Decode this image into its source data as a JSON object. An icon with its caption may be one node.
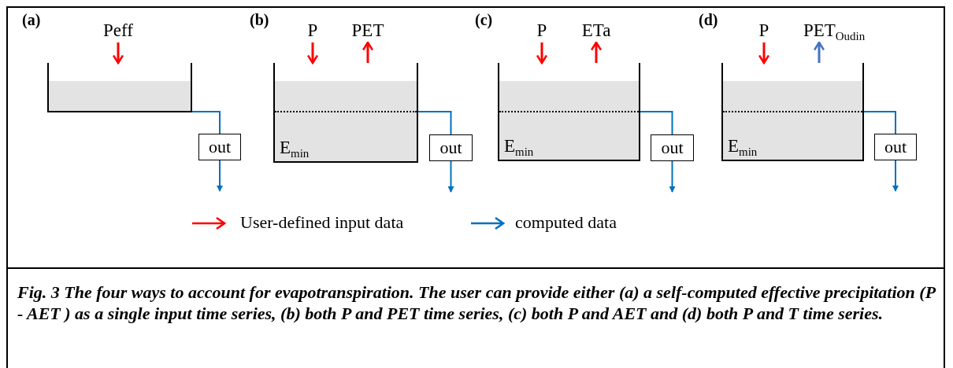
{
  "diagram": {
    "caption": "Fig. 3 The four ways to account for evapotranspiration. The user can provide either (a) a self-computed effective precipitation (P - AET ) as a single input time series, (b) both P and PET time series, (c) both P and AET and (d) both P and T time series.",
    "nodes": [
      {
        "text": [
          "Peff"
        ]
      },
      {
        "text": [],
        "shape": "box"
      },
      {
        "text": [
          "out"
        ]
      },
      {
        "text": [
          "P"
        ]
      },
      {
        "text": [
          "PET"
        ]
      },
      {
        "text": [
          "E$_{min}$"
        ]
      },
      {
        "text": [
          "out"
        ]
      },
      {
        "text": [
          "P"
        ]
      },
      {
        "text": [
          "ETa"
        ]
      },
      {
        "text": [
          "E$_{min}$"
        ]
      },
      {
        "text": [
          "out"
        ]
      },
      {
        "text": [
          "P"
        ]
      },
      {
        "text": [
          "PET$_{Oudin}$"
        ]
      },
      {
        "text": [
          "E$_{min}$"
        ]
      },
      {
        "text": [
          "out"
        ]
      }
    ],
    "edges": [
      {
        "from": 0,
        "to": 1,
        "arrow": "to",
        "color": "#ff0000"
      },
      {
        "from": 1,
        "to": 2,
        "arrow": "none"
      },
      {
        "from": 2,
        "to": null,
        "arrow": "to"
      },
      {
        "from": 3,
        "to": 5,
        "arrow": "to",
        "color": "#ff0000"
      },
      {
        "from": 5,
        "to": 4,
        "arrow": "to",
        "color": "#ff0000"
      },
      {
        "from": 5,
        "to": 6,
        "arrow": "none"
      },
      {
        "from": 6,
        "to": null,
        "arrow": "to"
      },
      {
        "from": 7,
        "to": 9,
        "arrow": "to",
        "color": "#ff0000"
      },
      {
        "from": 9,
        "to": 8,
        "arrow": "to",
        "color": "#ff0000"
      },
      {
        "from": 9,
        "to": 10,
        "arrow": "none"
      },
      {
        "from": 10,
        "to": null,
        "arrow": "to"
      },
      {
        "from": 11,
        "to": 13,
        "arrow": "to",
        "color": "#ff0000"
      },
      {
        "from": 13,
        "to": 12,
        "arrow": "to",
        "color": "#4472c4"
      },
      {
        "from": 13,
        "to": 14,
        "arrow": "none"
      },
      {
        "from": 14,
        "to": null,
        "arrow": "to"
      }
    ],
    "labels": [
      "(a)",
      "(b)",
      "(c)",
      "(d)"
    ],
    "legend": [
      {
        "text": "User-defined input data"
      },
      {
        "text": "computed data"
      }
    ]
  }
}
